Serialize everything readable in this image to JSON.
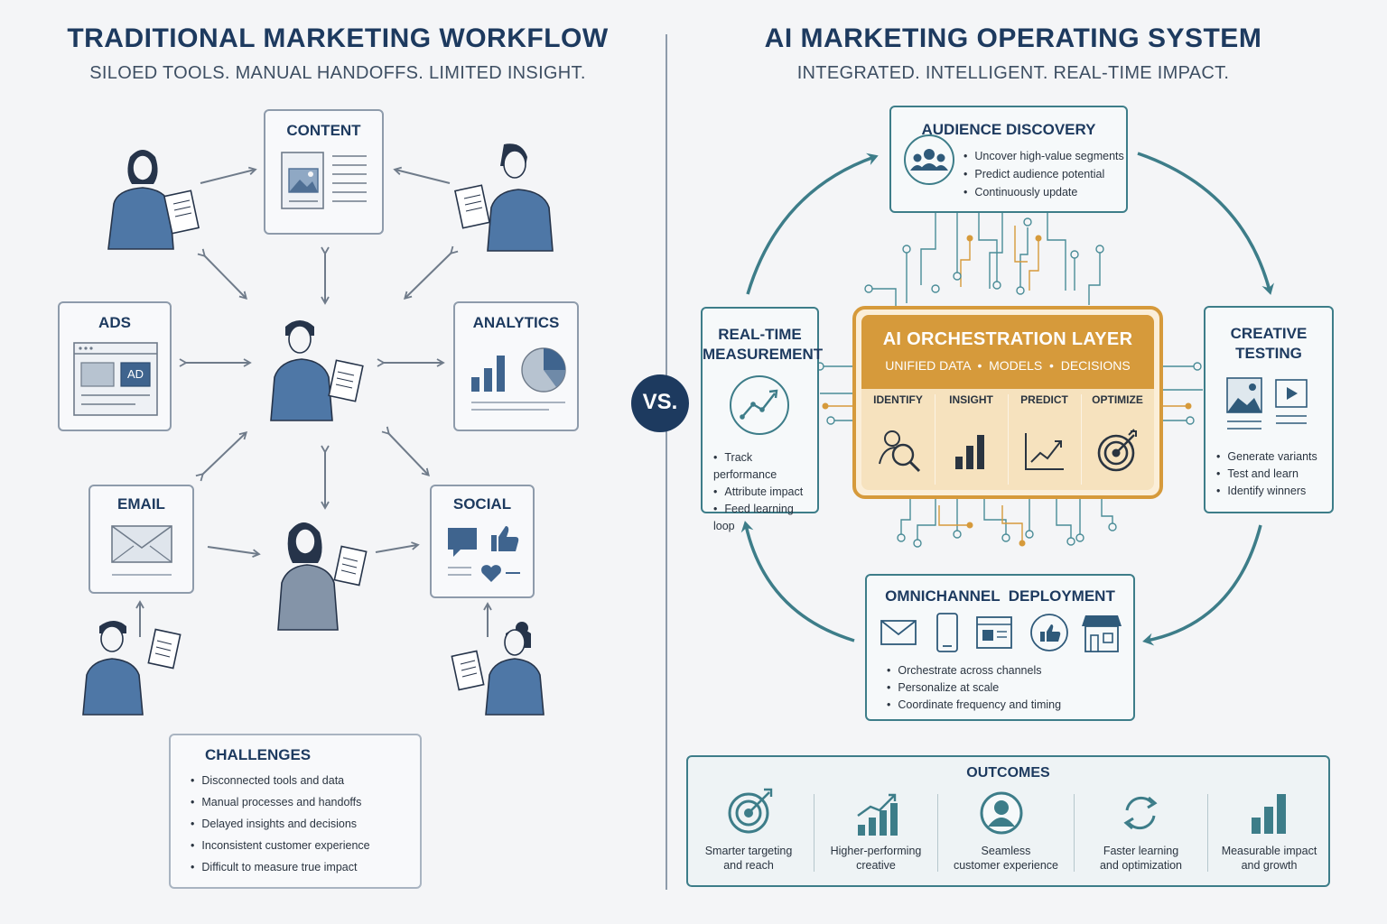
{
  "left": {
    "title": "TRADITIONAL MARKETING WORKFLOW",
    "subtitle": "SILOED TOOLS. MANUAL HANDOFFS. LIMITED INSIGHT.",
    "boxes": {
      "content": "CONTENT",
      "ads": "ADS",
      "ad_badge": "AD",
      "analytics": "ANALYTICS",
      "email": "EMAIL",
      "social": "SOCIAL"
    },
    "challenges": {
      "title": "CHALLENGES",
      "items": [
        "Disconnected tools and data",
        "Manual processes and handoffs",
        "Delayed insights and decisions",
        "Inconsistent customer experience",
        "Difficult to measure true impact"
      ]
    }
  },
  "vs": "VS.",
  "right": {
    "title": "AI MARKETING OPERATING SYSTEM",
    "subtitle": "INTEGRATED. INTELLIGENT. REAL-TIME IMPACT.",
    "audience": {
      "title": "AUDIENCE DISCOVERY",
      "items": [
        "Uncover high-value segments",
        "Predict audience potential",
        "Continuously update"
      ]
    },
    "measurement": {
      "title_l1": "REAL-TIME",
      "title_l2": "MEASUREMENT",
      "items": [
        "Track performance",
        "Attribute impact",
        "Feed learning loop"
      ]
    },
    "creative": {
      "title_l1": "CREATIVE",
      "title_l2": "TESTING",
      "items": [
        "Generate variants",
        "Test and learn",
        "Identify winners"
      ]
    },
    "orchestration": {
      "title": "AI ORCHESTRATION LAYER",
      "subtitle": "UNIFIED DATA  •  MODELS  •  DECISIONS",
      "columns": [
        "IDENTIFY",
        "INSIGHT",
        "PREDICT",
        "OPTIMIZE"
      ]
    },
    "omnichannel": {
      "title": "OMNICHANNEL  DEPLOYMENT",
      "items": [
        "Orchestrate across channels",
        "Personalize at scale",
        "Coordinate frequency and timing"
      ]
    },
    "outcomes": {
      "title": "OUTCOMES",
      "items": [
        {
          "l1": "Smarter targeting",
          "l2": "and reach",
          "icon": "target-icon"
        },
        {
          "l1": "Higher-performing",
          "l2": "creative",
          "icon": "growth-chart-icon"
        },
        {
          "l1": "Seamless",
          "l2": "customer experience",
          "icon": "user-icon"
        },
        {
          "l1": "Faster learning",
          "l2": "and optimization",
          "icon": "refresh-cycle-icon"
        },
        {
          "l1": "Measurable impact",
          "l2": "and growth",
          "icon": "bar-chart-icon"
        }
      ]
    }
  },
  "colors": {
    "navy": "#1d3a5f",
    "teal": "#3d7d89",
    "gold": "#d69a3b",
    "gray_line": "#8e9bab"
  }
}
